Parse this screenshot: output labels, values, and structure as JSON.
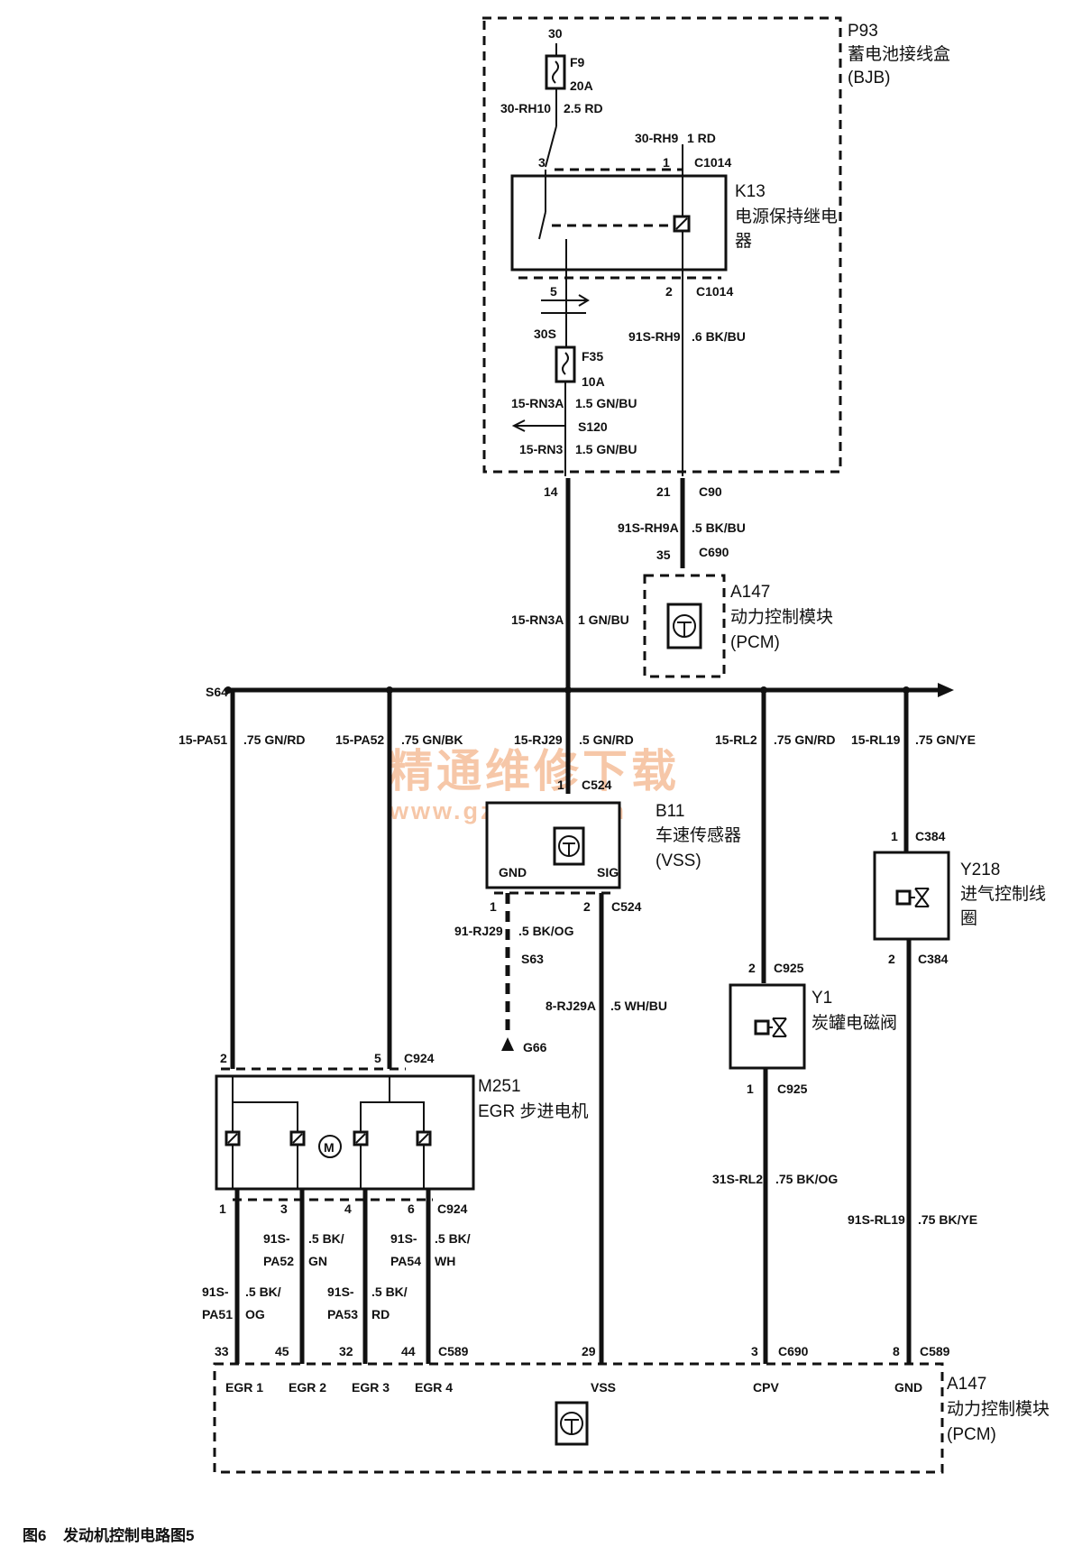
{
  "watermark": {
    "line1": "精通维修下载",
    "line2": "www.gzweix.com"
  },
  "caption": {
    "fig": "图6",
    "text": "发动机控制电路图5"
  },
  "bjb": {
    "id": "P93",
    "name": "蓄电池接线盒",
    "abbr": "(BJB)"
  },
  "fuse_f9": {
    "pin": "30",
    "id": "F9",
    "rating": "20A",
    "circuit": "30-RH10",
    "wire": "2.5 RD"
  },
  "relay_k13": {
    "id": "K13",
    "name_line1": "电源保持继电",
    "name_line2": "器",
    "feed_circuit": "30-RH9",
    "feed_wire": "1 RD",
    "connector": "C1014",
    "pin3": "3",
    "pin1": "1",
    "pin5": "5",
    "pin2": "2"
  },
  "bjb_lower": {
    "splice": "30S",
    "fuse_id": "F35",
    "fuse_rating": "10A",
    "c1": "15-RN3A",
    "w1": "1.5 GN/BU",
    "splice2": "S120",
    "c2": "15-RN3",
    "w2": "1.5 GN/BU",
    "coil_circuit": "91S-RH9",
    "coil_wire": ".6 BK/BU"
  },
  "c90": {
    "pin14": "14",
    "pin21": "21",
    "connector": "C90",
    "circuit": "91S-RH9A",
    "wire": ".5 BK/BU",
    "pin35": "35",
    "conn2": "C690",
    "feed_circuit": "15-RN3A",
    "feed_wire": "1 GN/BU"
  },
  "pcm_top": {
    "id": "A147",
    "name": "动力控制模块",
    "abbr": "(PCM)"
  },
  "bus": {
    "splice": "S64"
  },
  "branches": [
    {
      "circuit": "15-PA51",
      "wire": ".75 GN/RD"
    },
    {
      "circuit": "15-PA52",
      "wire": ".75 GN/BK"
    },
    {
      "circuit": "15-RJ29",
      "wire": ".5 GN/RD"
    },
    {
      "circuit": "15-RL2",
      "wire": ".75 GN/RD"
    },
    {
      "circuit": "15-RL19",
      "wire": ".75 GN/YE"
    }
  ],
  "vss": {
    "id": "B11",
    "name": "车速传感器",
    "abbr": "(VSS)",
    "pin1": "1",
    "conn": "C524",
    "gnd": "GND",
    "sig": "SIG",
    "p1": "1",
    "p2": "2",
    "conn2": "C524",
    "gnd_circuit": "91-RJ29",
    "gnd_wire": ".5 BK/OG",
    "splice": "S63",
    "ground": "G66",
    "sig_circuit": "8-RJ29A",
    "sig_wire": ".5 WH/BU"
  },
  "y218": {
    "id": "Y218",
    "name_line1": "进气控制线",
    "name_line2": "圈",
    "pin1": "1",
    "pin2": "2",
    "conn": "C384",
    "out_circuit": "91S-RL19",
    "out_wire": ".75 BK/YE"
  },
  "y1": {
    "id": "Y1",
    "name": "炭罐电磁阀",
    "pin2": "2",
    "pin1": "1",
    "conn": "C925",
    "out_circuit": "31S-RL2",
    "out_wire": ".75 BK/OG"
  },
  "m251": {
    "id": "M251",
    "name": "EGR 步进电机",
    "pin2": "2",
    "pin5": "5",
    "conn": "C924",
    "motor": "M",
    "p1": "1",
    "p3": "3",
    "p4": "4",
    "p6": "6",
    "conn2": "C924",
    "w_pa52": [
      "91S-",
      "PA52"
    ],
    "w_gn": [
      ".5 BK/",
      "GN"
    ],
    "w_pa54": [
      "91S-",
      "PA54"
    ],
    "w_wh": [
      ".5 BK/",
      "WH"
    ],
    "w_pa51": [
      "91S-",
      "PA51"
    ],
    "w_og": [
      ".5 BK/",
      "OG"
    ],
    "w_pa53": [
      "91S-",
      "PA53"
    ],
    "w_rd": [
      ".5 BK/",
      "RD"
    ]
  },
  "pcm_bottom": {
    "id": "A147",
    "name": "动力控制模块",
    "abbr": "(PCM)",
    "conn": "C589",
    "conn_c690": "C690",
    "conn_c589b": "C589",
    "pins": [
      "33",
      "45",
      "32",
      "44",
      "29",
      "3",
      "8"
    ],
    "labels": [
      "EGR 1",
      "EGR 2",
      "EGR 3",
      "EGR 4",
      "VSS",
      "CPV",
      "GND"
    ]
  }
}
